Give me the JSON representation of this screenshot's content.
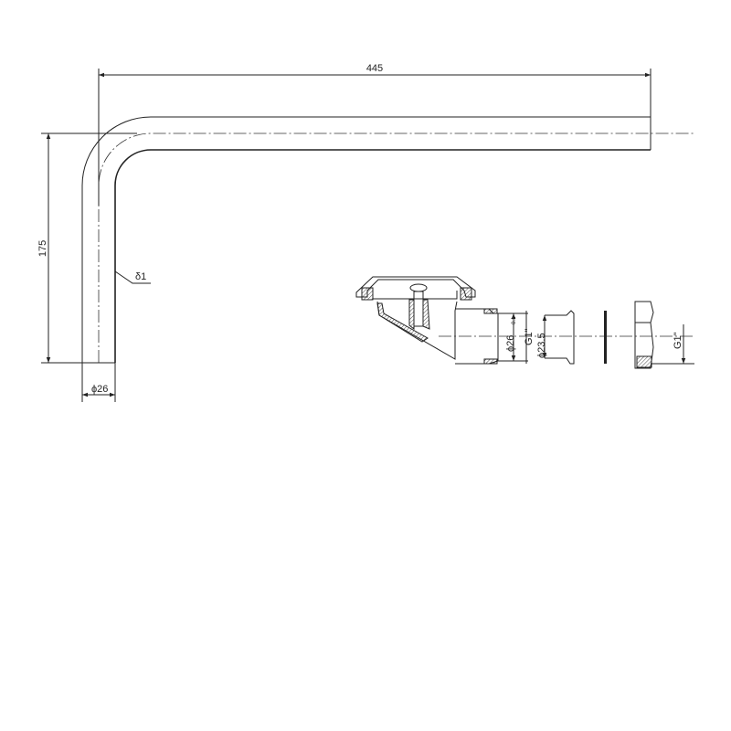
{
  "dimensions": {
    "length": "445",
    "height": "175",
    "wall_thickness": "δ1",
    "pipe_diameter": "ϕ26",
    "fitting_diameter": "ϕ26",
    "fitting_tolerance": "-0.1",
    "fitting_thread": "G1\"",
    "ferrule_diameter": "ϕ23.5",
    "nut_thread": "G1\""
  }
}
